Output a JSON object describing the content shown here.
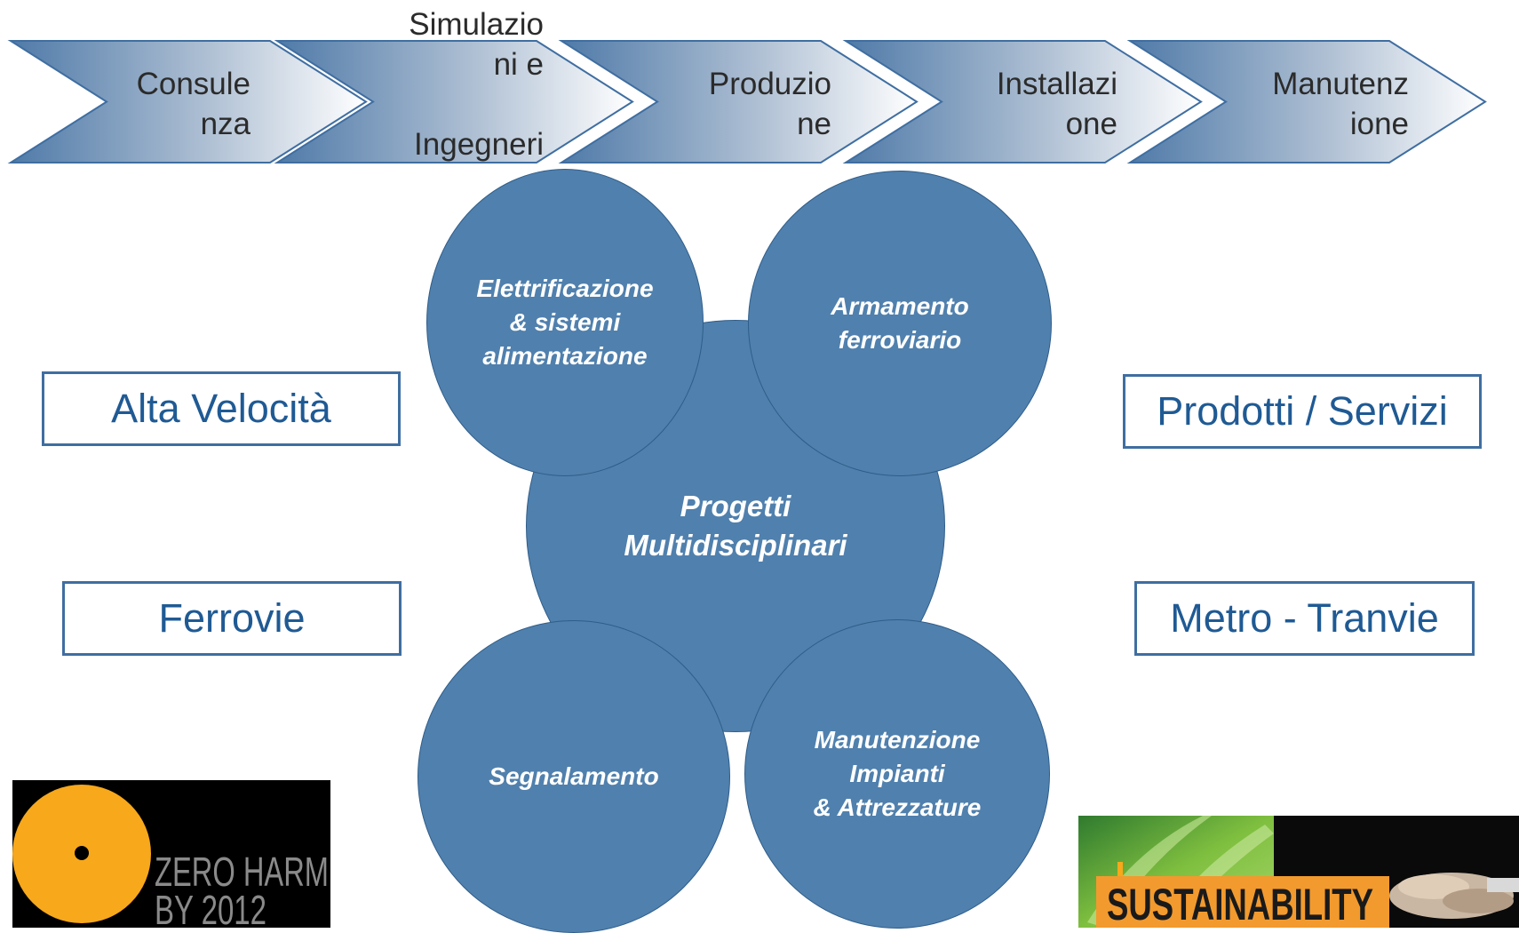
{
  "process_steps": [
    {
      "label": "Consule\nnza"
    },
    {
      "label": "Simulazio\nni e\n\nIngegneri\na"
    },
    {
      "label": "Produzio\nne"
    },
    {
      "label": "Installazi\none"
    },
    {
      "label": "Manutenz\nione"
    }
  ],
  "markets": {
    "alta_velocita": "Alta Velocità",
    "ferrovie": "Ferrovie",
    "prodotti_servizi": "Prodotti / Servizi",
    "metro_tranvie": "Metro - Tranvie"
  },
  "disciplines": {
    "center": "Progetti\nMultidisciplinari",
    "top_left": "Elettrificazione\n& sistemi\nalimentazione",
    "top_right": "Armamento\nferroviario",
    "bottom_left": "Segnalamento",
    "bottom_right": "Manutenzione\nImpianti\n& Attrezzature"
  },
  "logos": {
    "zero_harm": {
      "line1": "ZERO HARM",
      "line2": "BY 2012"
    },
    "sustainability": {
      "text": "SUSTAINABILITY"
    }
  },
  "colors": {
    "chevron_dark": "#4f7aa8",
    "chevron_light": "#ffffff",
    "circle_fill": "#5080ad",
    "box_border": "#3f6ea1",
    "box_text": "#1f5a94",
    "logo_orange": "#f7a81b"
  }
}
